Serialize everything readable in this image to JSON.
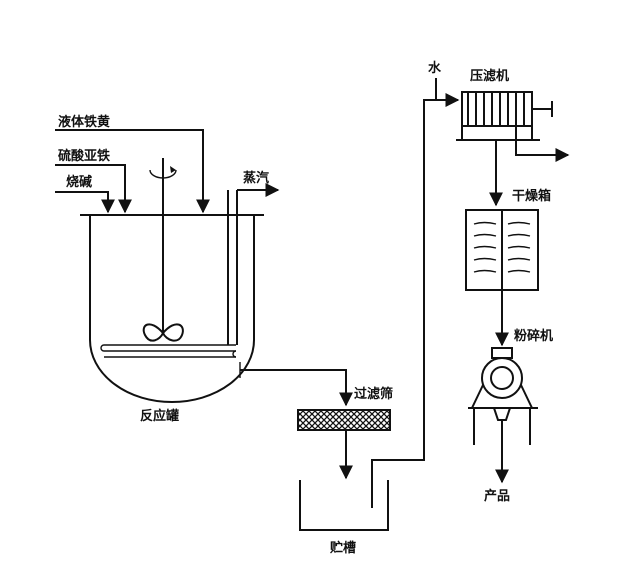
{
  "labels": {
    "liquid_iron_yellow": "液体铁黄",
    "ferrous_sulfate": "硫酸亚铁",
    "caustic_soda": "烧碱",
    "steam": "蒸汽",
    "reactor": "反应罐",
    "filter_screen": "过滤筛",
    "storage_tank": "贮槽",
    "water": "水",
    "filter_press": "压滤机",
    "drying_oven": "干燥箱",
    "crusher": "粉碎机",
    "product": "产品"
  },
  "colors": {
    "line": "#111111",
    "background": "#ffffff"
  }
}
